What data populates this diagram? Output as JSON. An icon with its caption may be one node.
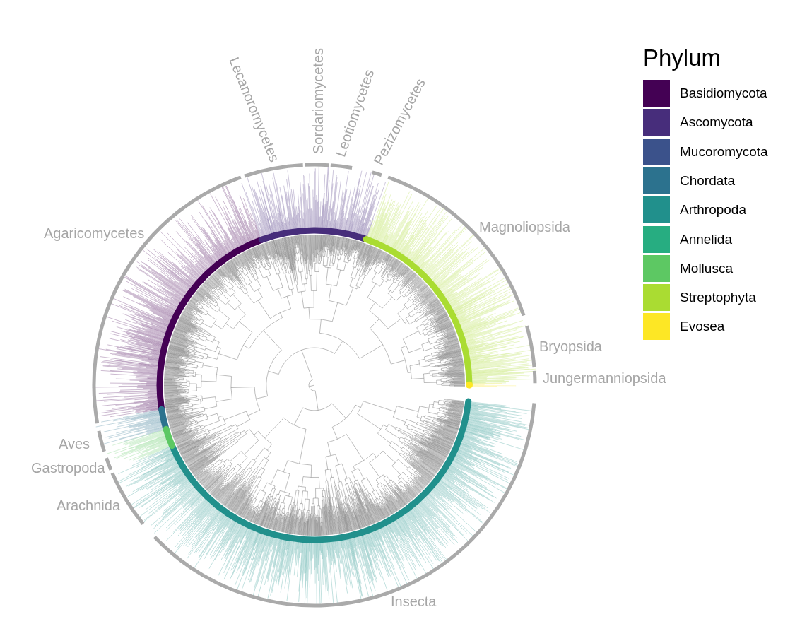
{
  "diagram": {
    "labels": [
      "Lecanoromycetes",
      "Sordariomycetes",
      "Leotiomycetes",
      "Pezizomycetes",
      "Phylum",
      "Agaricomycetes",
      "Magnoliopsida",
      "Bryopsida",
      "Jungermanniopsida",
      "Aves",
      "Gastropoda",
      "Arachnida",
      "Insecta"
    ],
    "legend": [
      {
        "text": "Basidiomycota",
        "color": "#440154"
      },
      {
        "text": "Ascomycota",
        "color": "#472d7b"
      },
      {
        "text": "Mucoromycota",
        "color": "#3b528b"
      },
      {
        "text": "Chordata",
        "color": "#2c728e"
      },
      {
        "text": "Arthropoda",
        "color": "#21908c"
      },
      {
        "text": "Annelida",
        "color": "#27ad81"
      },
      {
        "text": "Mollusca",
        "color": "#5dc863"
      },
      {
        "text": "Streptophyta",
        "color": "#aadc32"
      },
      {
        "text": "Evosea",
        "color": "#fde725"
      }
    ]
  }
}
